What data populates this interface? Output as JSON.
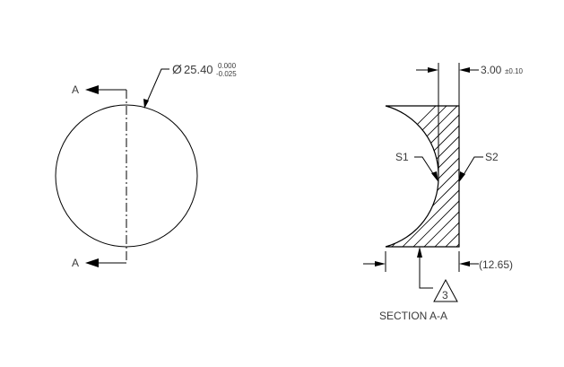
{
  "front_view": {
    "section_label_top": "A",
    "section_label_bottom": "A",
    "diameter": {
      "symbol": "Ø",
      "value": "25.40",
      "upper_tol": "0.000",
      "lower_tol": "-0.025"
    }
  },
  "section_view": {
    "thickness": {
      "value": "3.00",
      "tol": "±0.10"
    },
    "width_ref": "(12.65)",
    "surface_1": "S1",
    "surface_2": "S2",
    "note_flag": "3",
    "title": "SECTION A-A"
  },
  "colors": {
    "line": "#000000",
    "text": "#3a3a3a"
  }
}
